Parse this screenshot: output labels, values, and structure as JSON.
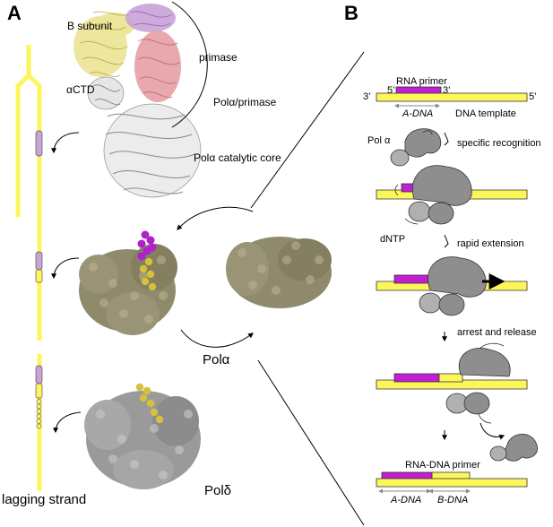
{
  "panels": {
    "a": {
      "letter": "A",
      "b_subunit": "B subunit",
      "primase": "primase",
      "actd": "αCTD",
      "pola_primase": "Polα/primase",
      "pola_core": "Polα catalytic core",
      "pola": "Polα",
      "pold": "Polδ",
      "lagging_strand": "lagging strand"
    },
    "b": {
      "letter": "B",
      "rna_primer": "RNA primer",
      "three_prime": "3’",
      "five_prime": "5’",
      "a_dna": "A-DNA",
      "b_dna": "B-DNA",
      "dna_template": "DNA template",
      "pol_alpha": "Pol α",
      "specific_recognition": "specific recognition",
      "dntp": "dNTP",
      "rapid_extension": "rapid extension",
      "arrest_release": "arrest and release",
      "rna_dna_primer": "RNA-DNA primer"
    }
  },
  "colors": {
    "dna_yellow": "#fdf65a",
    "rna_magenta": "#c21ed3",
    "protein_gray": "#8e8e8e",
    "sphere_olive": "#8f8a6b",
    "sphere_gray": "#9a9a9a",
    "primase_pink": "#e7a3aa",
    "b_subunit_yellow": "#ece59a",
    "primase_lilac": "#c9a2d8"
  }
}
